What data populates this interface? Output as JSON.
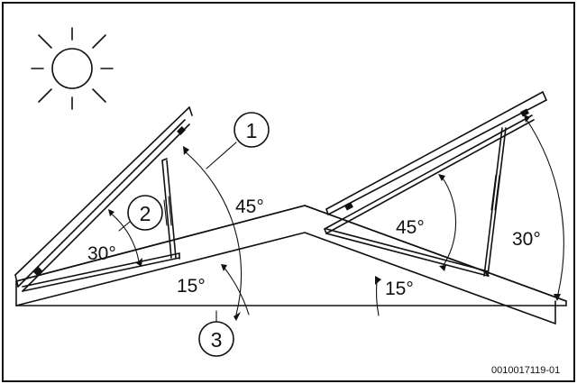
{
  "angles": {
    "left_tilt_45": "45°",
    "left_tilt_30": "30°",
    "left_roof_15": "15°",
    "right_tilt_45": "45°",
    "right_tilt_30": "30°",
    "right_roof_15": "15°"
  },
  "callouts": {
    "one": "1",
    "two": "2",
    "three": "3"
  },
  "figure_code": "0010017119-01",
  "icons": {
    "sun": "sun-icon"
  }
}
